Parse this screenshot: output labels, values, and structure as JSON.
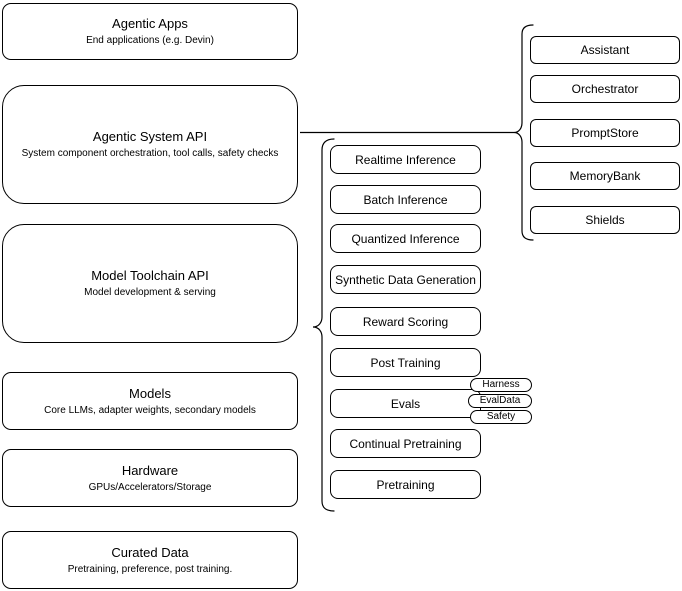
{
  "colors": {
    "stroke": "#000000",
    "background": "#ffffff",
    "text": "#000000"
  },
  "left_stack": [
    {
      "title": "Agentic Apps",
      "subtitle": "End applications (e.g. Devin)"
    },
    {
      "title": "Agentic System API",
      "subtitle": "System component orchestration, tool calls, safety checks"
    },
    {
      "title": "Model Toolchain API",
      "subtitle": "Model development & serving"
    },
    {
      "title": "Models",
      "subtitle": "Core LLMs, adapter weights, secondary models"
    },
    {
      "title": "Hardware",
      "subtitle": "GPUs/Accelerators/Storage"
    },
    {
      "title": "Curated Data",
      "subtitle": "Pretraining, preference, post training."
    }
  ],
  "toolchain_services": [
    "Realtime Inference",
    "Batch Inference",
    "Quantized Inference",
    "Synthetic Data Generation",
    "Reward Scoring",
    "Post Training",
    "Evals",
    "Continual Pretraining",
    "Pretraining"
  ],
  "eval_tags": [
    "Harness",
    "EvalData",
    "Safety"
  ],
  "system_components": [
    "Assistant",
    "Orchestrator",
    "PromptStore",
    "MemoryBank",
    "Shields"
  ]
}
